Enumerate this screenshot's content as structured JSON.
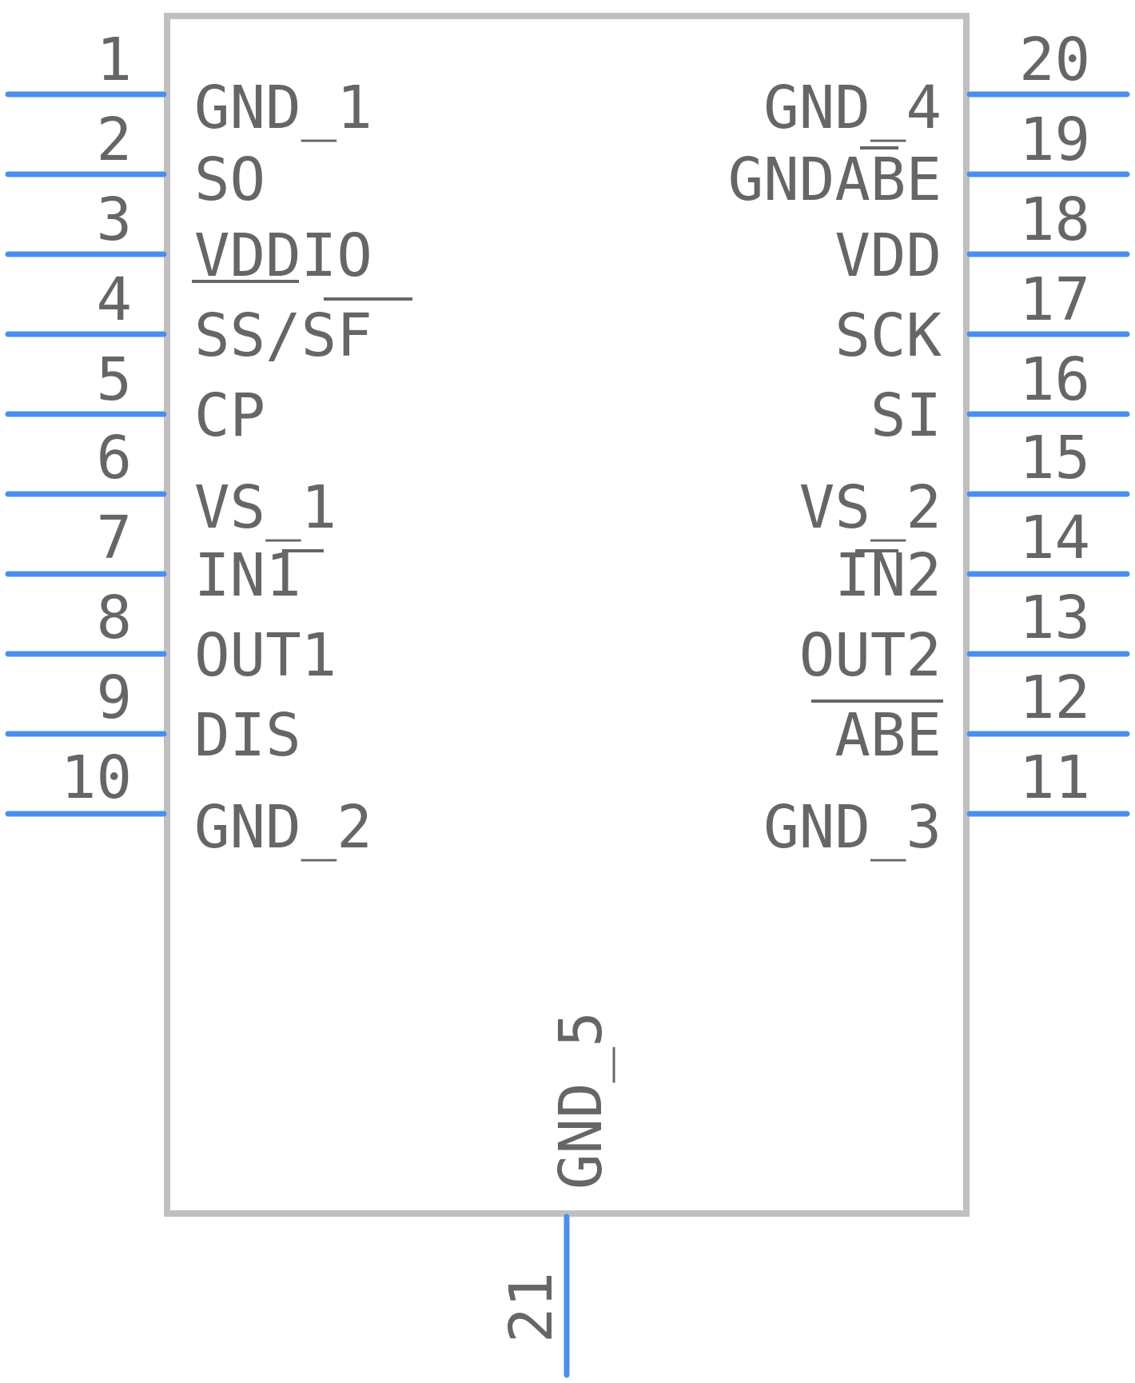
{
  "symbol": {
    "colors": {
      "outline": "#c0c0c0",
      "pin": "#4a8ff0",
      "text": "#666666",
      "background": "#ffffff"
    },
    "left_pins": [
      {
        "number": "1",
        "name": "GND_1"
      },
      {
        "number": "2",
        "name": "SO"
      },
      {
        "number": "3",
        "name": "VDDIO"
      },
      {
        "number": "4",
        "name": "SS/SF"
      },
      {
        "number": "5",
        "name": "CP"
      },
      {
        "number": "6",
        "name": "VS_1"
      },
      {
        "number": "7",
        "name": "IN1"
      },
      {
        "number": "8",
        "name": "OUT1"
      },
      {
        "number": "9",
        "name": "DIS"
      },
      {
        "number": "10",
        "name": "GND_2"
      }
    ],
    "right_pins": [
      {
        "number": "20",
        "name": "GND_4"
      },
      {
        "number": "19",
        "name": "GNDABE"
      },
      {
        "number": "18",
        "name": "VDD"
      },
      {
        "number": "17",
        "name": "SCK"
      },
      {
        "number": "16",
        "name": "SI"
      },
      {
        "number": "15",
        "name": "VS_2"
      },
      {
        "number": "14",
        "name": "IN2"
      },
      {
        "number": "13",
        "name": "OUT2"
      },
      {
        "number": "12",
        "name": "ABE"
      },
      {
        "number": "11",
        "name": "GND_3"
      }
    ],
    "bottom_pins": [
      {
        "number": "21",
        "name": "GND_5"
      }
    ]
  }
}
